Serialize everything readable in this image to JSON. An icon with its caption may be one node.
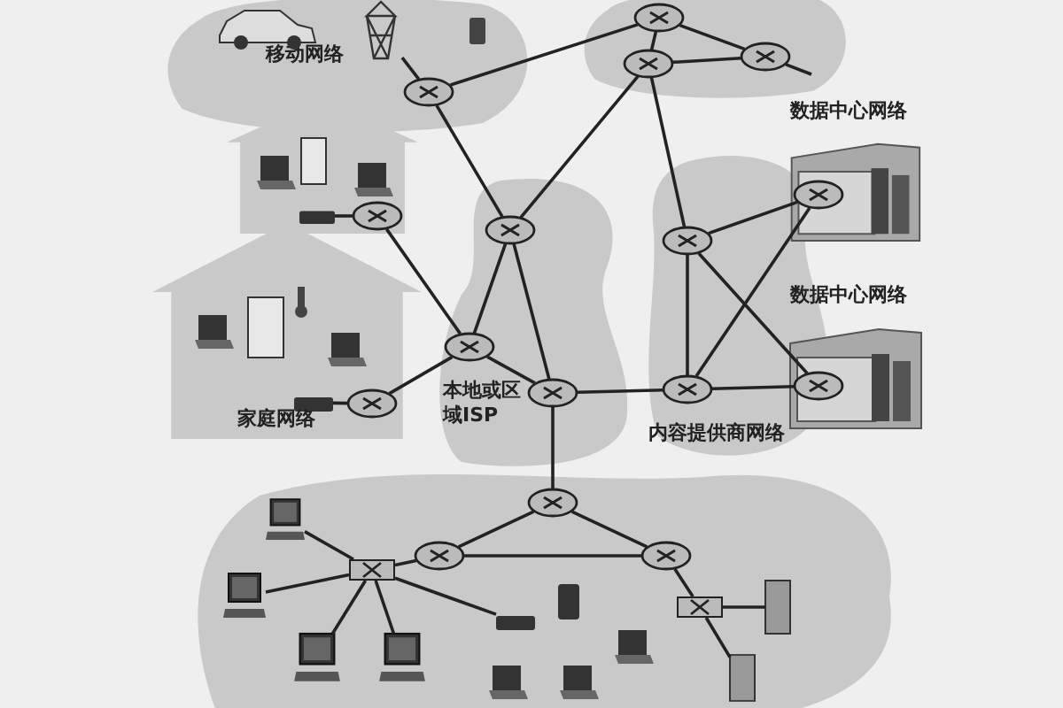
{
  "diagram": {
    "nodes": [
      {
        "text": [
          "移动网络"
        ]
      },
      {
        "text": [],
        "shape": "cloud"
      },
      {
        "text": [],
        "shape": "house"
      },
      {
        "text": [
          "家庭网络"
        ]
      },
      {
        "text": [
          "本地或区域ISP"
        ]
      },
      {
        "text": [
          "内容提供商网络"
        ]
      },
      {
        "text": [
          "数据中心网络"
        ]
      },
      {
        "text": [
          "数据中心网络"
        ]
      },
      {
        "text": [],
        "shape": "cloud"
      },
      {
        "text": [],
        "shape": "circle",
        "in": 1
      },
      {
        "text": [],
        "shape": "circle",
        "in": 1
      },
      {
        "text": [],
        "shape": "circle",
        "in": 1
      },
      {
        "text": [],
        "shape": "circle",
        "in": 0
      },
      {
        "text": [],
        "shape": "picture",
        "in": 0
      },
      {
        "text": [],
        "shape": "circle",
        "in": 2
      },
      {
        "text": [],
        "shape": "box",
        "in": 2
      },
      {
        "text": [],
        "shape": "circle",
        "in": 3
      },
      {
        "text": [],
        "shape": "box",
        "in": 3
      },
      {
        "text": [],
        "shape": "circle",
        "in": 4
      },
      {
        "text": [],
        "shape": "circle",
        "in": 4
      },
      {
        "text": [],
        "shape": "circle",
        "in": 4
      },
      {
        "text": [],
        "shape": "circle",
        "in": 5
      },
      {
        "text": [],
        "shape": "circle",
        "in": 5
      },
      {
        "text": [],
        "shape": "circle",
        "in": 6
      },
      {
        "text": [],
        "shape": "circle",
        "in": 7
      },
      {
        "text": [],
        "shape": "circle",
        "in": 8
      },
      {
        "text": [],
        "shape": "circle",
        "in": 8
      },
      {
        "text": [],
        "shape": "circle",
        "in": 8
      },
      {
        "text": [],
        "shape": "picture",
        "in": 8
      },
      {
        "text": [],
        "shape": "picture",
        "in": 8
      },
      {
        "text": [],
        "shape": "picture",
        "in": 8
      },
      {
        "text": [],
        "shape": "picture",
        "in": 8
      },
      {
        "text": [],
        "shape": "picture",
        "in": 8
      },
      {
        "text": [],
        "shape": "picture",
        "in": 8
      },
      {
        "text": [],
        "shape": "box",
        "in": 8
      },
      {
        "text": [],
        "shape": "box",
        "in": 8
      },
      {
        "text": [],
        "shape": "box",
        "in": 8
      }
    ],
    "edges": [
      {
        "from": 13,
        "to": 12,
        "arrow": "none"
      },
      {
        "from": 12,
        "to": 9,
        "arrow": "none"
      },
      {
        "from": 12,
        "to": 18,
        "arrow": "none"
      },
      {
        "from": 9,
        "to": 10,
        "arrow": "none"
      },
      {
        "from": 9,
        "to": 11,
        "arrow": "none"
      },
      {
        "from": 10,
        "to": 11,
        "arrow": "none"
      },
      {
        "from": 11,
        "to": null,
        "arrow": "none"
      },
      {
        "from": 10,
        "to": 18,
        "arrow": "none"
      },
      {
        "from": 10,
        "to": 21,
        "arrow": "none"
      },
      {
        "from": 15,
        "to": 14,
        "arrow": "none"
      },
      {
        "from": 14,
        "to": 19,
        "arrow": "none"
      },
      {
        "from": 17,
        "to": 16,
        "arrow": "none"
      },
      {
        "from": 16,
        "to": 19,
        "arrow": "none"
      },
      {
        "from": 18,
        "to": 19,
        "arrow": "none"
      },
      {
        "from": 18,
        "to": 20,
        "arrow": "none"
      },
      {
        "from": 19,
        "to": 20,
        "arrow": "none"
      },
      {
        "from": 20,
        "to": 22,
        "arrow": "none"
      },
      {
        "from": 20,
        "to": 25,
        "arrow": "none"
      },
      {
        "from": 21,
        "to": 22,
        "arrow": "none"
      },
      {
        "from": 21,
        "to": 23,
        "arrow": "none"
      },
      {
        "from": 21,
        "to": 24,
        "arrow": "none"
      },
      {
        "from": 22,
        "to": 23,
        "arrow": "none"
      },
      {
        "from": 22,
        "to": 24,
        "arrow": "none"
      },
      {
        "from": 25,
        "to": 26,
        "arrow": "none"
      },
      {
        "from": 25,
        "to": 27,
        "arrow": "none"
      },
      {
        "from": 26,
        "to": 27,
        "arrow": "none"
      },
      {
        "from": 26,
        "to": 28,
        "arrow": "none"
      },
      {
        "from": 27,
        "to": 29,
        "arrow": "none"
      },
      {
        "from": 28,
        "to": 30,
        "arrow": "none"
      },
      {
        "from": 28,
        "to": 31,
        "arrow": "none"
      },
      {
        "from": 28,
        "to": 32,
        "arrow": "none"
      },
      {
        "from": 28,
        "to": 33,
        "arrow": "none"
      },
      {
        "from": 28,
        "to": 34,
        "arrow": "none"
      },
      {
        "from": 29,
        "to": 35,
        "arrow": "none"
      },
      {
        "from": 29,
        "to": 36,
        "arrow": "none"
      }
    ]
  }
}
